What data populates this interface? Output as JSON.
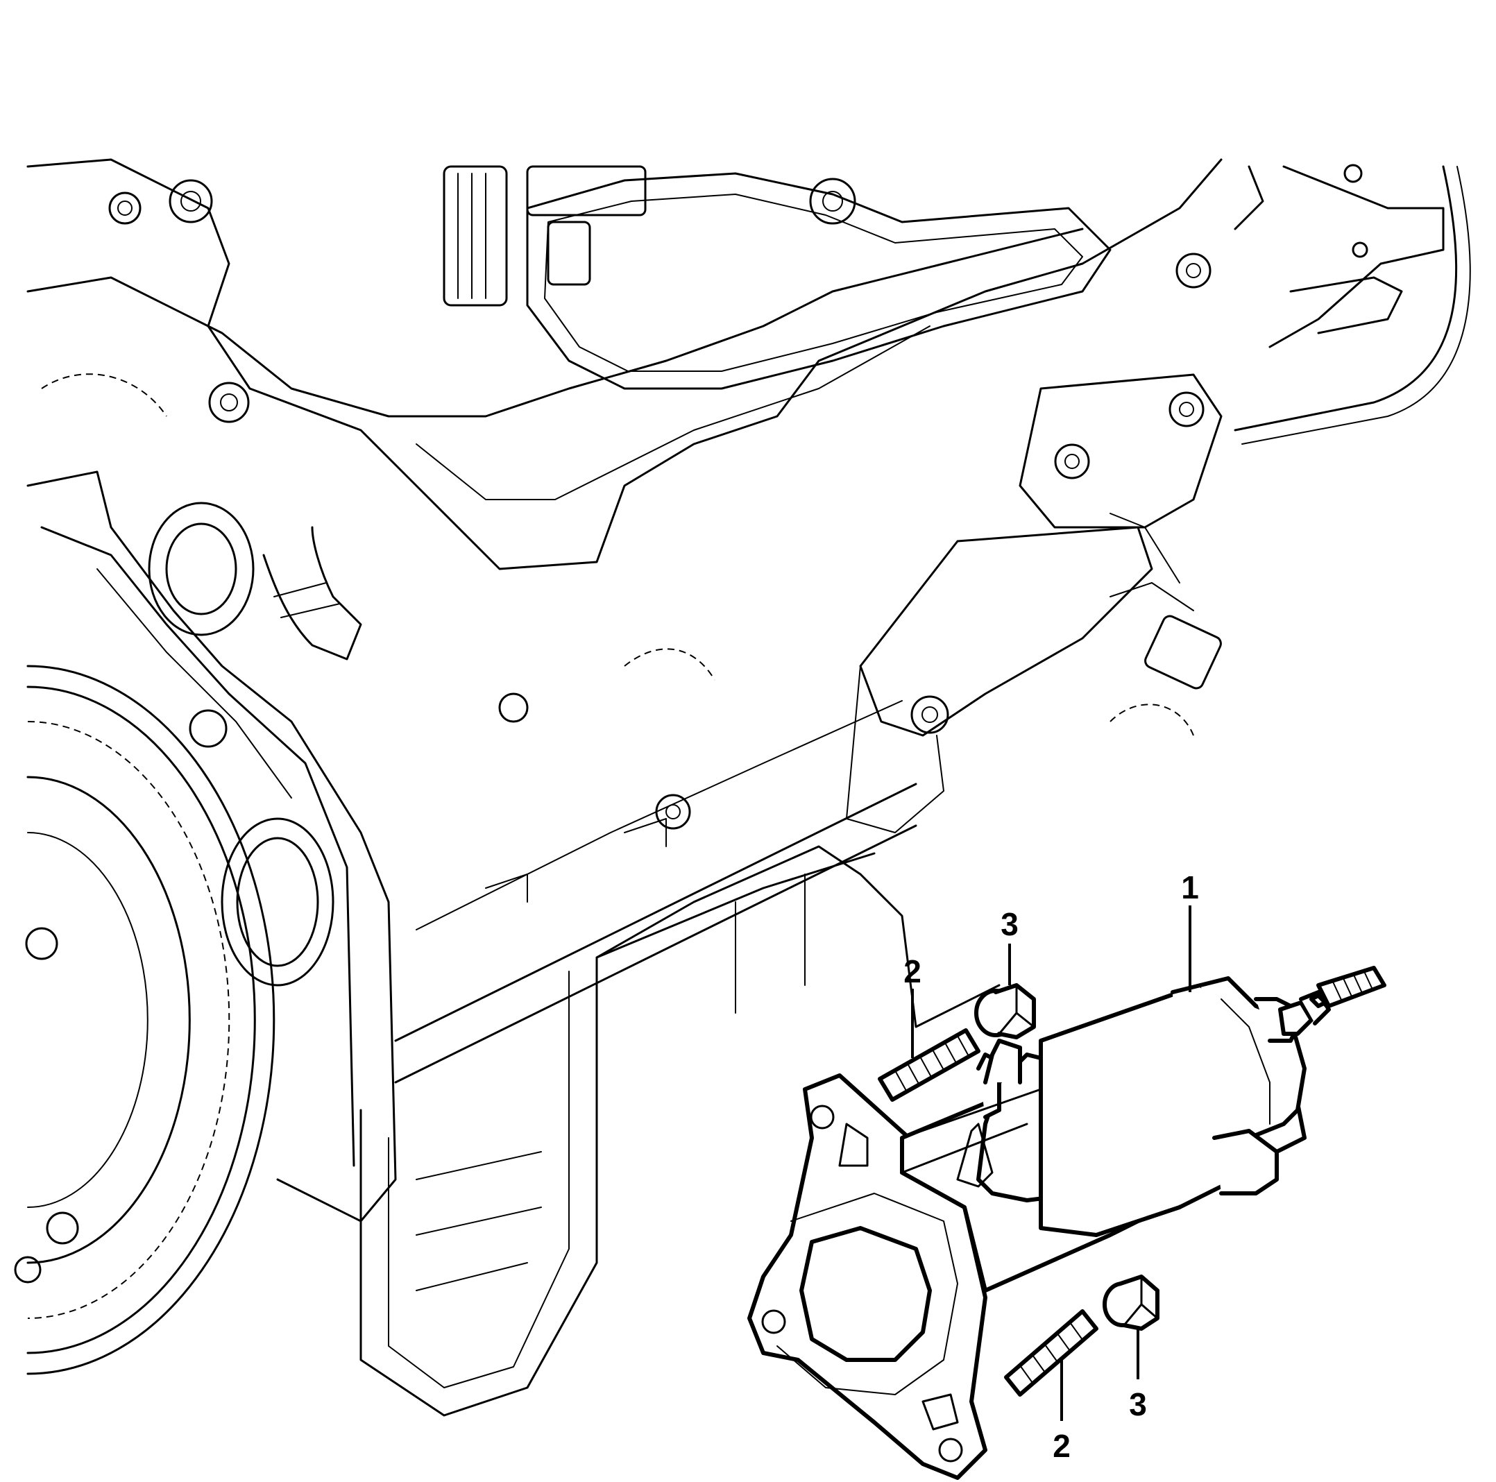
{
  "callouts": [
    {
      "id": "c1",
      "label": "1",
      "part": "starter-motor"
    },
    {
      "id": "c2a",
      "label": "2",
      "part": "stud-upper"
    },
    {
      "id": "c2b",
      "label": "2",
      "part": "stud-lower"
    },
    {
      "id": "c3a",
      "label": "3",
      "part": "nut-upper"
    },
    {
      "id": "c3b",
      "label": "3",
      "part": "nut-lower"
    }
  ],
  "colors": {
    "line": "#000000",
    "background": "#ffffff"
  }
}
